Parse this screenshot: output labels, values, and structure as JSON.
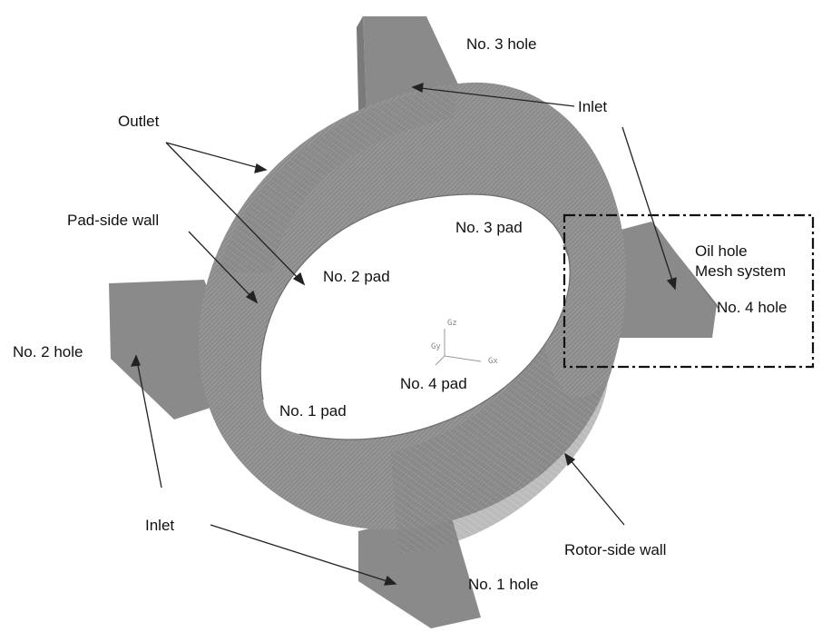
{
  "labels": {
    "no3_hole": "No. 3 hole",
    "inlet_top": "Inlet",
    "outlet": "Outlet",
    "pad_side_wall": "Pad-side wall",
    "no3_pad": "No. 3 pad",
    "oil_hole": "Oil hole",
    "mesh_system": "Mesh system",
    "no2_pad": "No. 2 pad",
    "no4_hole": "No. 4 hole",
    "no2_hole": "No. 2 hole",
    "no4_pad": "No. 4 pad",
    "no1_pad": "No. 1 pad",
    "inlet_bottom": "Inlet",
    "rotor_side_wall": "Rotor-side wall",
    "no1_hole": "No. 1 hole"
  },
  "axes": {
    "z": "Gz",
    "y": "Gy",
    "x": "Gx"
  },
  "colors": {
    "mesh": "#8c8c8c",
    "mesh_dark": "#7a7a7a",
    "line": "#222222",
    "background": "#ffffff"
  }
}
